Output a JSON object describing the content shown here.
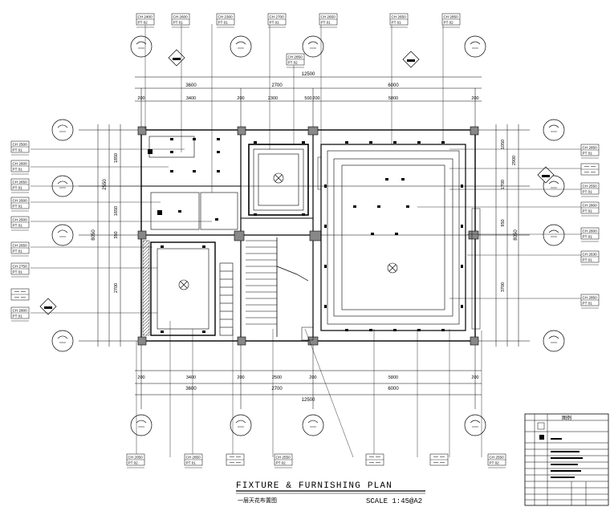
{
  "title": {
    "main": "FIXTURE & FURNISHING PLAN",
    "subtitle": "一层天花布置图",
    "scale": "SCALE  1:45@A2"
  },
  "dimensions": {
    "top_overall": "12500",
    "top_spans": [
      "3600",
      "2700",
      "6000"
    ],
    "top_detail": [
      "200",
      "3400",
      "200",
      "2300",
      "500",
      "200",
      "5800",
      "200"
    ],
    "bottom_overall": "12500",
    "bottom_spans": [
      "3600",
      "2700",
      "6000"
    ],
    "bottom_detail": [
      "200",
      "3400",
      "200",
      "2500",
      "200",
      "5800",
      "200"
    ],
    "left_overall": "8050",
    "left_parts": [
      "1850",
      "1650",
      "350",
      "2700"
    ],
    "left_sub": "2550",
    "right_overall": "8050",
    "right_parts": [
      "1050",
      "1700",
      "950",
      "3700",
      "2900"
    ]
  },
  "tags_top": [
    {
      "ch": "CH 2400",
      "pt": "PT 02"
    },
    {
      "ch": "CH 2600",
      "pt": "PT 01"
    },
    {
      "ch": "CH 2300",
      "pt": "PT 01"
    },
    {
      "ch": "CH 2700",
      "pt": "PT 01"
    },
    {
      "ch": "CH 2650",
      "pt": "PT 01"
    },
    {
      "ch": "CH 2650",
      "pt": "PT 01"
    },
    {
      "ch": "CH 2850",
      "pt": "PT 02"
    }
  ],
  "tag_center": {
    "ch": "CH 2850",
    "pt": "PT 02"
  },
  "tags_left": [
    {
      "ch": "CH 2500",
      "pt": "PT 01"
    },
    {
      "ch": "CH 2600",
      "pt": "PT 01"
    },
    {
      "ch": "CH 2650",
      "pt": "PT 01"
    },
    {
      "ch": "CH 2600",
      "pt": "PT 01"
    },
    {
      "ch": "CH 2500",
      "pt": "PT 01"
    },
    {
      "ch": "CH 2650",
      "pt": "PT 01"
    },
    {
      "ch": "CH 2750",
      "pt": "PT 01"
    },
    {
      "ch": "CH 2800",
      "pt": "PT 01"
    }
  ],
  "tags_right": [
    {
      "ch": "CH 2850",
      "pt": "PT 01"
    },
    {
      "ch": "CH 2550",
      "pt": "PT 01"
    },
    {
      "ch": "CH 2800",
      "pt": "PT 01"
    },
    {
      "ch": "CH 2600",
      "pt": "PT 01"
    },
    {
      "ch": "CH 2630",
      "pt": "PT 01"
    },
    {
      "ch": "CH 2850",
      "pt": "PT 01"
    }
  ],
  "tags_bottom": [
    {
      "ch": "CH 2050",
      "pt": "PT 02"
    },
    {
      "ch": "CH 2850",
      "pt": "PT 01"
    },
    {
      "ch": "CH 2550",
      "pt": "PT 02"
    },
    {
      "ch": "CH 2550",
      "pt": "PT 02"
    }
  ],
  "legend": {
    "header": "图例"
  }
}
